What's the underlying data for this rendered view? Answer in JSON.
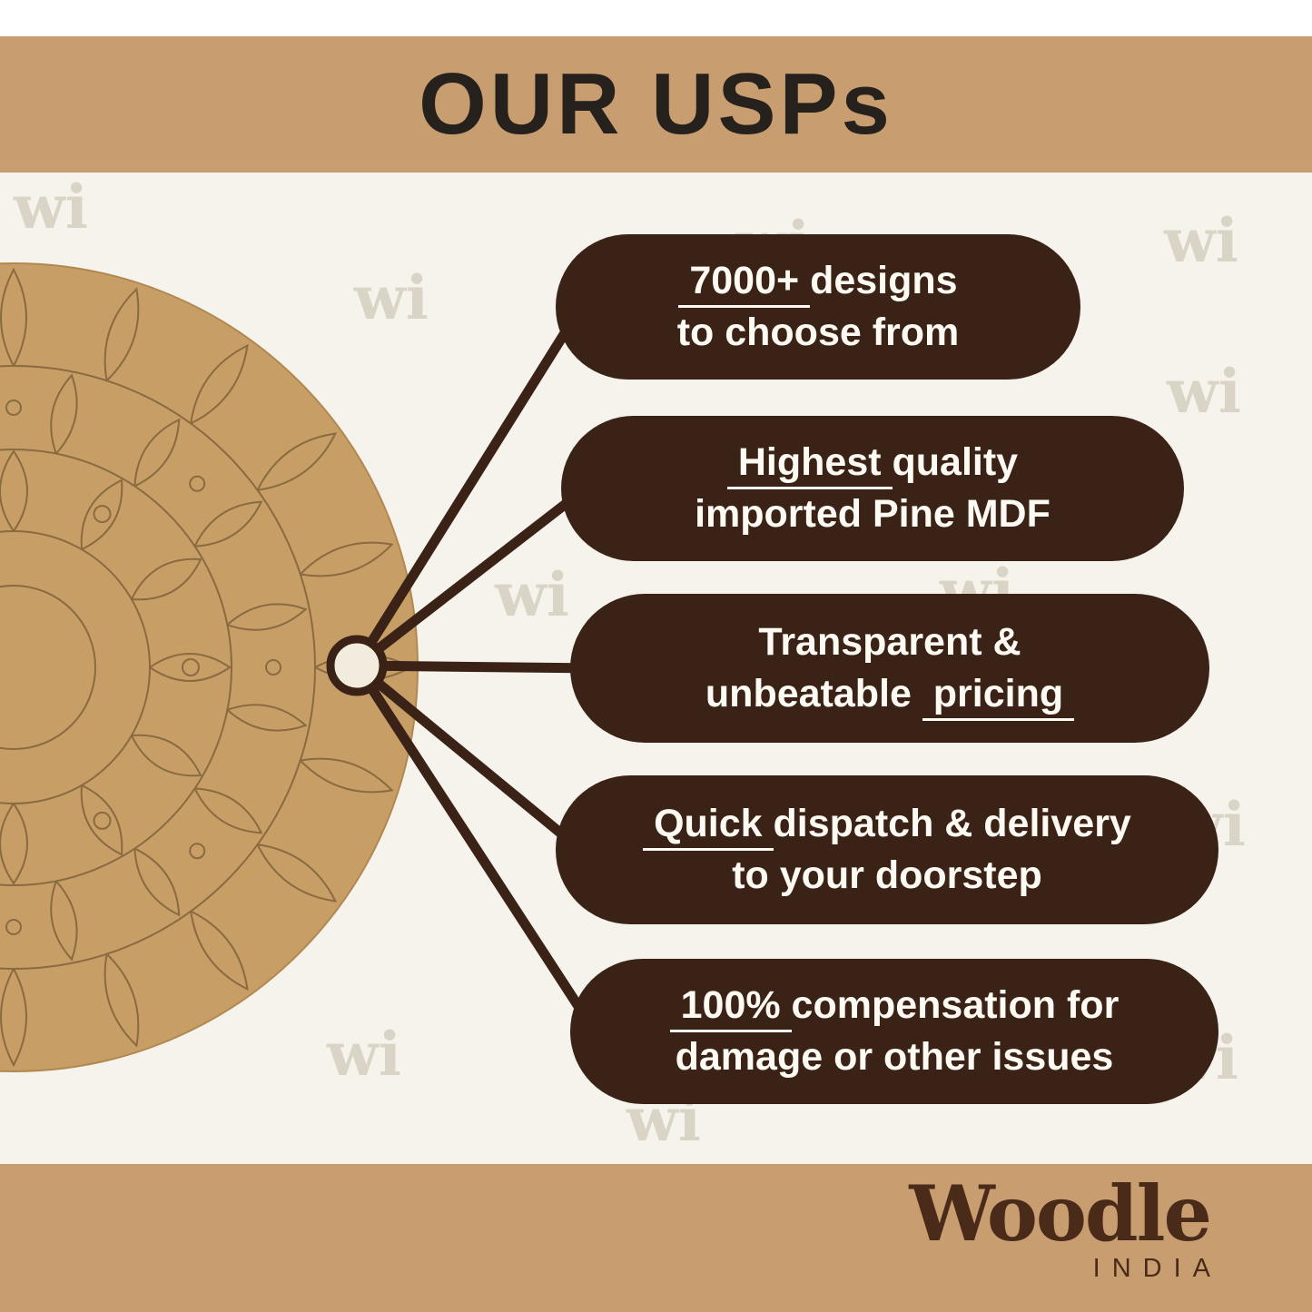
{
  "title": "OUR USPs",
  "watermark_text": "wi",
  "usps": [
    {
      "name": "designs",
      "lines": [
        [
          {
            "t": " 7000+ ",
            "u": true
          },
          {
            "t": "designs",
            "u": false
          }
        ],
        [
          {
            "t": "to choose from",
            "u": false
          }
        ]
      ]
    },
    {
      "name": "quality",
      "lines": [
        [
          {
            "t": " Highest ",
            "u": true
          },
          {
            "t": "quality",
            "u": false
          }
        ],
        [
          {
            "t": "imported Pine MDF",
            "u": false
          }
        ]
      ]
    },
    {
      "name": "pricing",
      "lines": [
        [
          {
            "t": "Transparent &",
            "u": false
          }
        ],
        [
          {
            "t": "unbeatable ",
            "u": false
          },
          {
            "t": " pricing ",
            "u": true
          }
        ]
      ]
    },
    {
      "name": "delivery",
      "lines": [
        [
          {
            "t": " Quick ",
            "u": true
          },
          {
            "t": "dispatch & delivery",
            "u": false
          }
        ],
        [
          {
            "t": "to your doorstep",
            "u": false
          }
        ]
      ]
    },
    {
      "name": "compensation",
      "lines": [
        [
          {
            "t": " 100% ",
            "u": true
          },
          {
            "t": "compensation for",
            "u": false
          }
        ],
        [
          {
            "t": "damage or other issues",
            "u": false
          }
        ]
      ]
    }
  ],
  "logo": {
    "brand": "Woodle",
    "country": "INDIA"
  },
  "colors": {
    "band": "#c89e71",
    "background": "#f6f3ed",
    "usp_box": "#3a2316",
    "usp_text": "#fdfaf3",
    "mdf_board": "#c79e66",
    "mandala_lines": "#8a6a40",
    "title_text": "#26211c",
    "watermark": "#d9d4c5",
    "logo_text": "#4a2a18",
    "hub_fill": "#f2ecdf"
  }
}
